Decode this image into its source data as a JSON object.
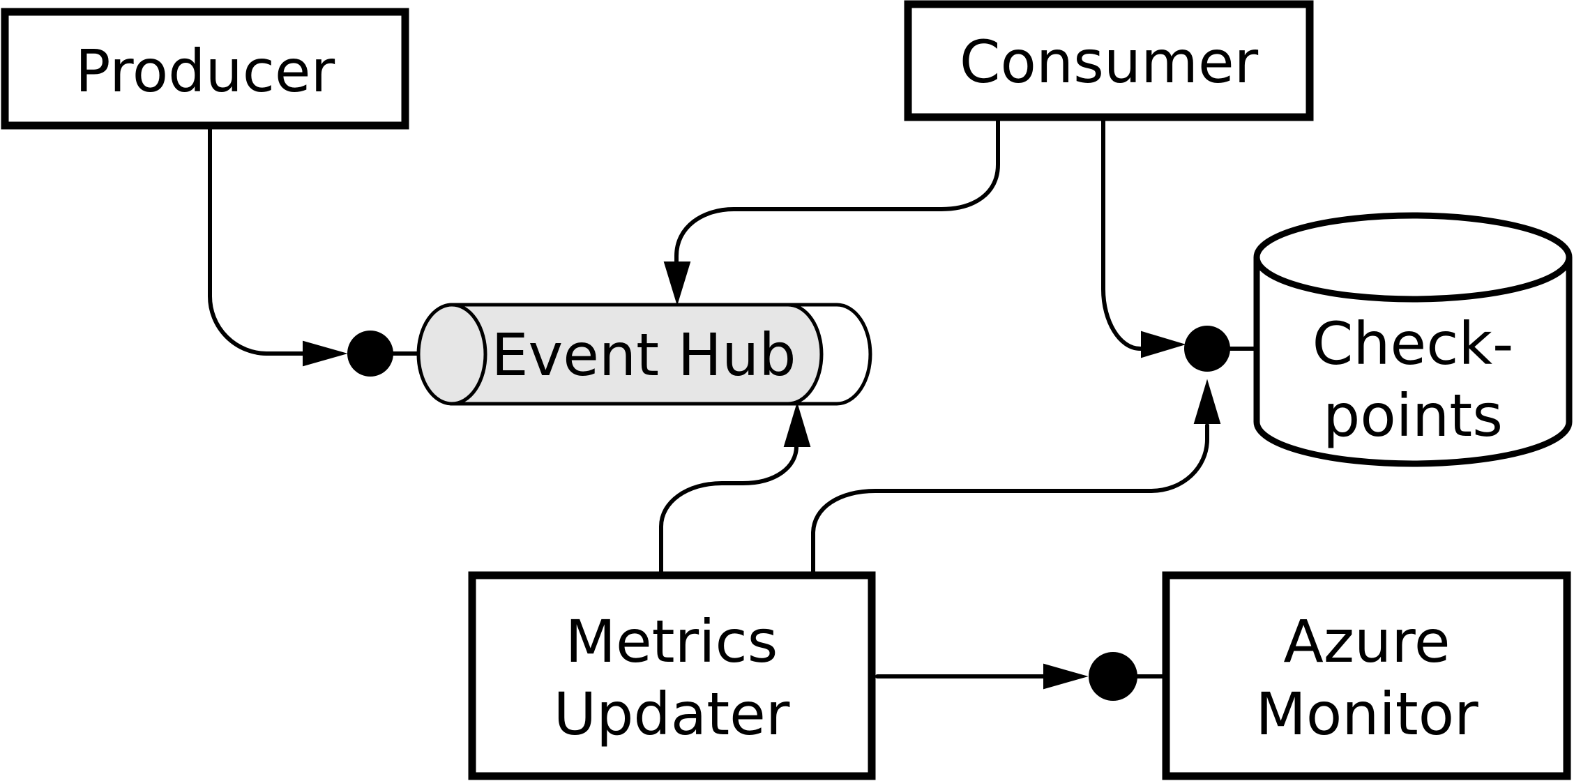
{
  "nodes": {
    "producer": "Producer",
    "consumer": "Consumer",
    "event_hub": "Event Hub",
    "checkpoints": [
      "Check-",
      "points"
    ],
    "metrics_updater": [
      "Metrics",
      "Updater"
    ],
    "azure_monitor": [
      "Azure",
      "Monitor"
    ]
  },
  "colors": {
    "stroke": "#000000",
    "background": "#ffffff",
    "event_hub_fill": "#e6e6e6"
  }
}
